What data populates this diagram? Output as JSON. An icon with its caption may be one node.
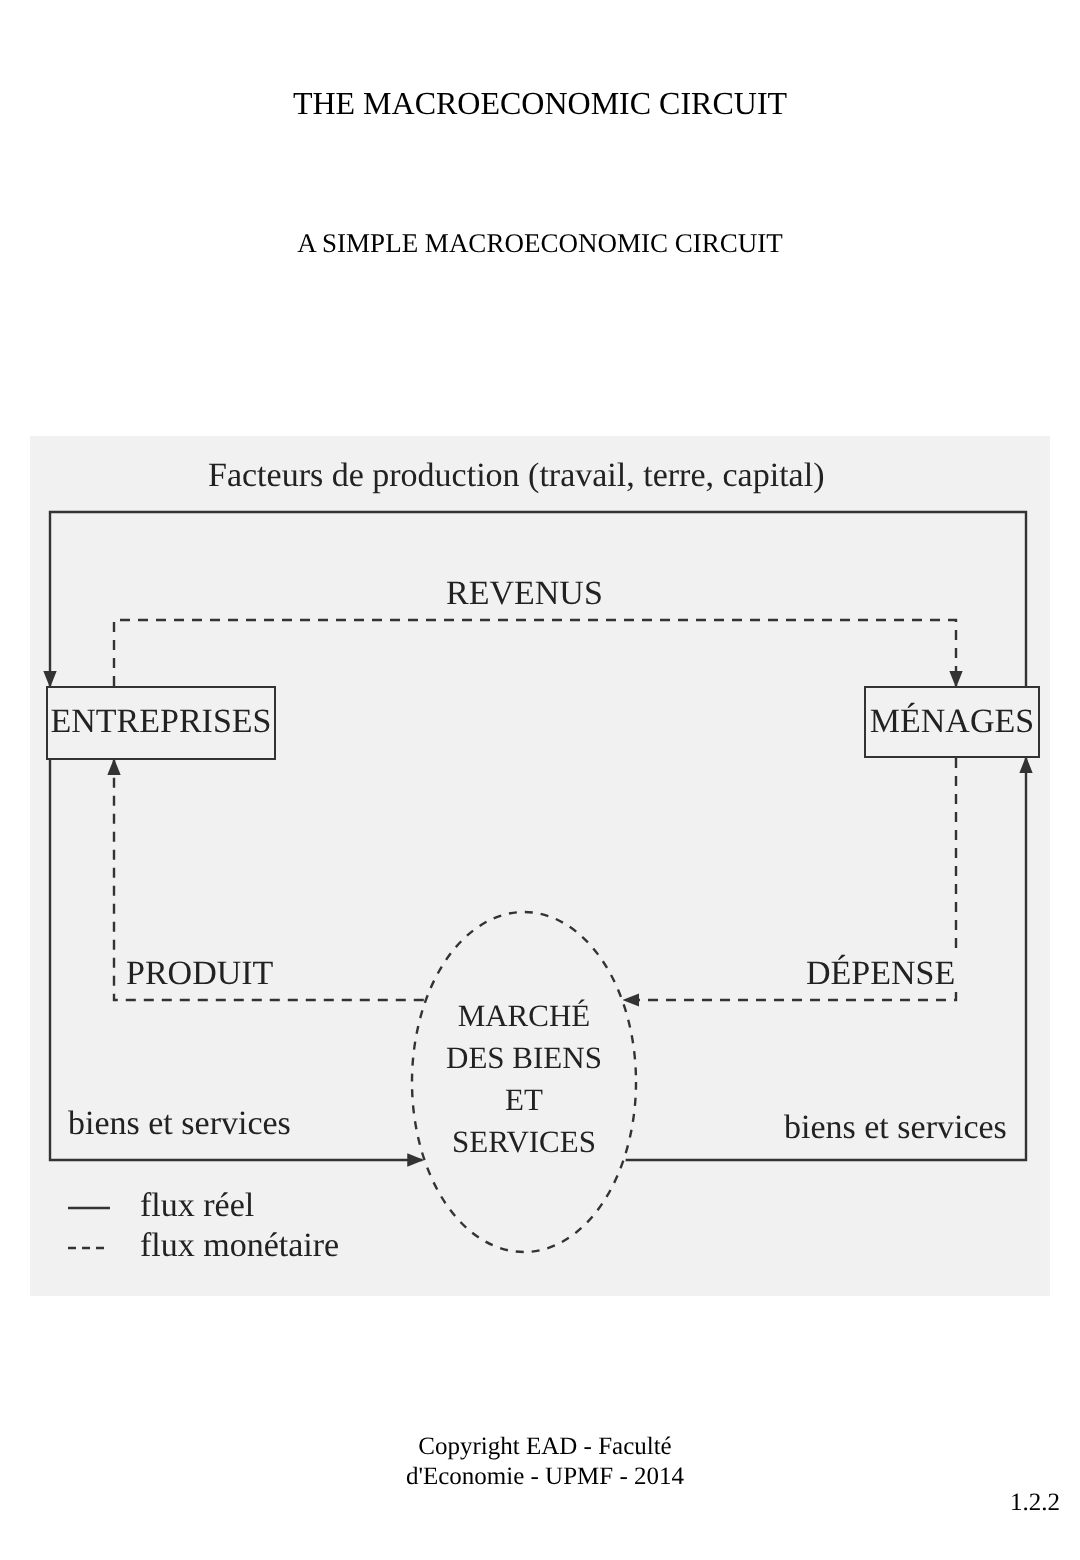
{
  "diagram": {
    "title": "THE MACROECONOMIC CIRCUIT",
    "nodes": [
      {
        "text": [
          "ENTREPRISES"
        ]
      },
      {
        "text": [
          "MÉNAGES"
        ]
      },
      {
        "text": [
          "MARCHÉ DES BIENS ET SERVICES"
        ]
      }
    ],
    "edges": [
      {
        "from": 1,
        "to": 0,
        "arrow": "to",
        "label": "Facteurs de production (travail, terre, capital)"
      },
      {
        "from": 0,
        "to": 1,
        "arrow": "to",
        "label": "REVENUS",
        "style": "dashed"
      },
      {
        "from": 1,
        "to": 2,
        "arrow": "to",
        "label": "DÉPENSE",
        "style": "dashed"
      },
      {
        "from": 2,
        "to": 0,
        "arrow": "to",
        "label": "PRODUIT",
        "style": "dashed"
      },
      {
        "from": 0,
        "to": 2,
        "arrow": "to",
        "label": "biens et services"
      },
      {
        "from": 2,
        "to": 1,
        "arrow": "to",
        "label": "biens et services"
      }
    ],
    "labels": [
      "A SIMPLE MACROECONOMIC CIRCUIT",
      "Copyright EAD - Faculté d'Economie - UPMF - 2014",
      "1.2.2"
    ],
    "legend": [
      {
        "text": "flux réel"
      },
      {
        "text": "flux monétaire"
      }
    ]
  }
}
